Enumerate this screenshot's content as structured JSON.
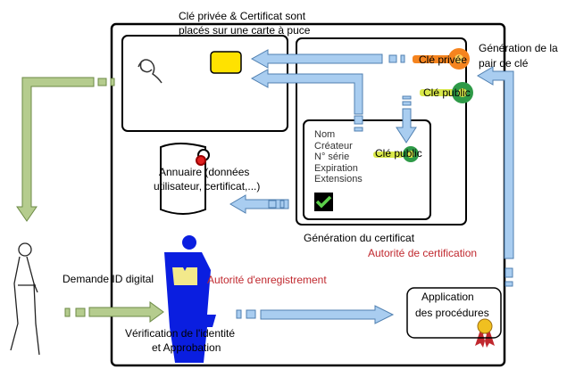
{
  "card_caption": [
    "Clé privée & Certificat sont",
    "placés sur une carte à puce"
  ],
  "key_pair_generation": [
    "Génération de la",
    "pair de clé"
  ],
  "private_key_label": "Clé privée",
  "public_key_label": "Clé public",
  "certificate_fields": [
    "Nom",
    "Créateur",
    "N° série",
    "Expiration",
    "Extensions"
  ],
  "certificate_public_key_label": "Clé public",
  "directory_label": [
    "Annuaire (données",
    "utilisateur, certificat,...)"
  ],
  "certificate_generation": "Génération du certificat",
  "certification_authority": "Autorité de certification",
  "digital_id_request": "Demande ID digital",
  "registration_authority": "Autorité d'enregistrement",
  "procedures_application": [
    "Application",
    "des procédures"
  ],
  "identity_verification": [
    "Vérification de l'identité",
    "et Approbation"
  ],
  "colors": {
    "blue_arrow": "#a9cdf0",
    "green_arrow": "#b5cc8e",
    "red_text": "#c0282e",
    "chip": "#ffe200",
    "officer": "#0a1ee0",
    "private_key": "#f5841f",
    "public_key": "#2e9a47"
  }
}
